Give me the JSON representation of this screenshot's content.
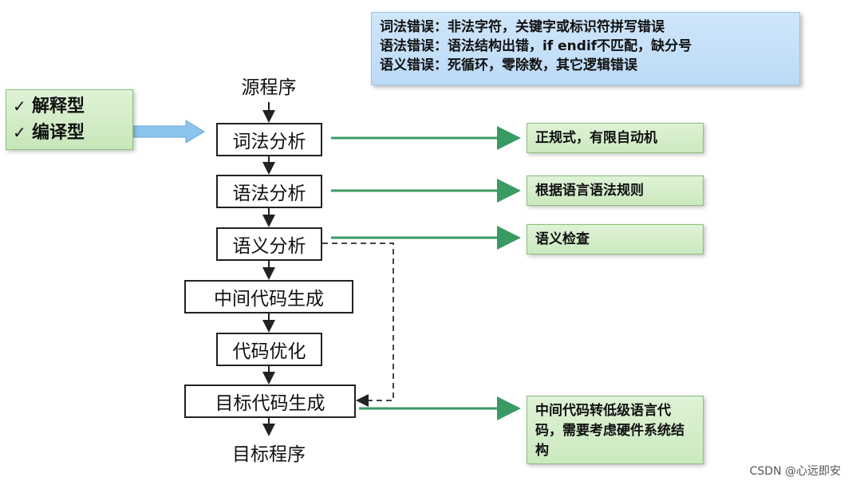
{
  "errors": {
    "lexical": "词法错误：非法字符，关键字或标识符拼写错误",
    "syntax": "语法错误：语法结构出错，if    endif不匹配，缺分号",
    "semantic": "语义错误：死循环，零除数，其它逻辑错误"
  },
  "types": {
    "interpreted": "解释型",
    "compiled": "编译型"
  },
  "flow": {
    "source": "源程序",
    "lexical_analysis": "词法分析",
    "syntax_analysis": "语法分析",
    "semantic_analysis": "语义分析",
    "intermediate_code": "中间代码生成",
    "optimization": "代码优化",
    "target_code": "目标代码生成",
    "target_program": "目标程序"
  },
  "notes": {
    "lexical": "正规式，有限自动机",
    "syntax": "根据语言语法规则",
    "semantic": "语义检查",
    "target": "中间代码转低级语言代码，需要考虑硬件系统结构"
  },
  "watermark": "CSDN @心远即安",
  "colors": {
    "green_arrow": "#3a9a63",
    "blue_arrow": "#8cc4ee",
    "note_bg": "#d4eccb",
    "info_bg": "#c5e0f8"
  }
}
